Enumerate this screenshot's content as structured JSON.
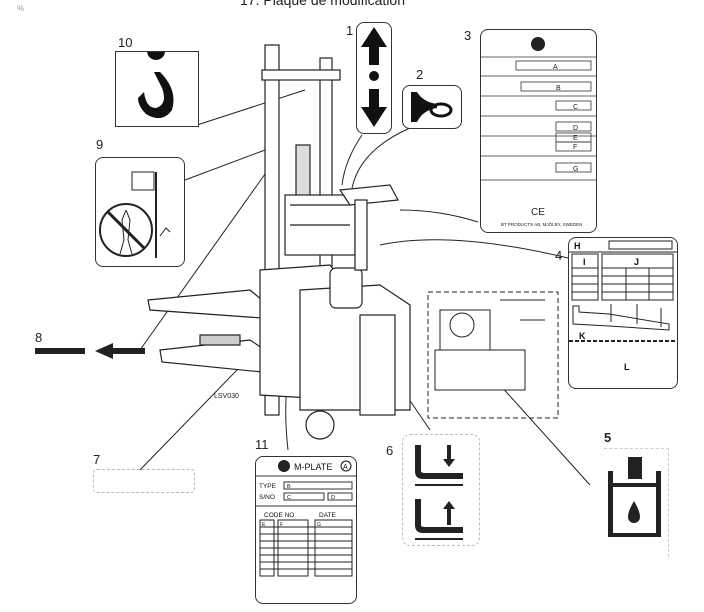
{
  "title": "17. Plaque de modification",
  "corner_mark": "%",
  "callouts": {
    "c1": {
      "number": "1",
      "icon": "lift-lower-arrows-icon"
    },
    "c2": {
      "number": "2",
      "icon": "horn-icon"
    },
    "c3": {
      "number": "3",
      "icon": "data-plate",
      "fields": [
        "A",
        "B",
        "C",
        "D",
        "E",
        "F",
        "G"
      ],
      "mark": "CE",
      "footer": "BT PRODUCTS AB, MJÖLBY, SWEDEN"
    },
    "c4": {
      "number": "4",
      "icon": "capacity-plate",
      "labels": [
        "H",
        "I",
        "J",
        "K",
        "L"
      ]
    },
    "c5": {
      "number": "5",
      "icon": "hydraulic-oil-icon"
    },
    "c6": {
      "number": "6",
      "icon": "fork-lower-raise-icon"
    },
    "c7": {
      "number": "7",
      "icon": "blank-label"
    },
    "c8": {
      "number": "8",
      "icon": "direction-arrow-icon"
    },
    "c9": {
      "number": "9",
      "icon": "no-person-under-load-icon"
    },
    "c10": {
      "number": "10",
      "icon": "lifting-hook-icon"
    },
    "c11": {
      "number": "11",
      "icon": "m-plate",
      "header": "M-PLATE",
      "type_label": "TYPE",
      "type_value": "B",
      "sno_label": "S/NO",
      "sno_values": [
        "C",
        "D"
      ],
      "code_label": "CODE NO",
      "date_label": "DATE",
      "col_values": [
        "E",
        "F",
        "G"
      ]
    }
  },
  "drawing_code": "LSV030"
}
